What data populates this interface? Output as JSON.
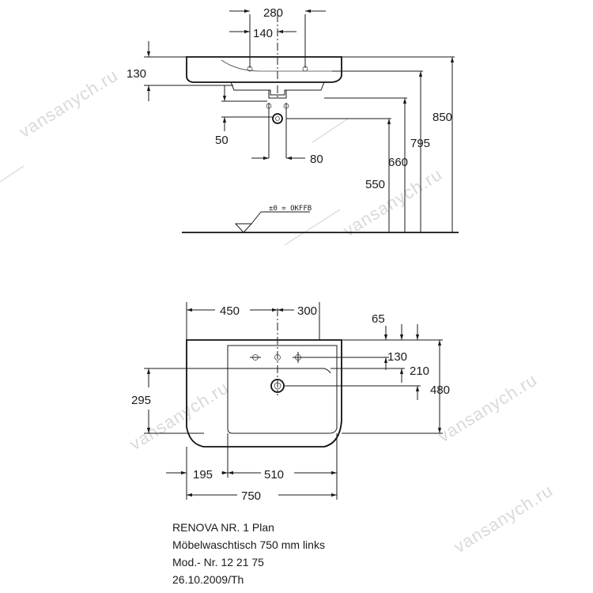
{
  "watermark": "vansanych.ru",
  "side_view": {
    "dims": {
      "top_outer": "280",
      "top_inner": "140",
      "height_130": "130",
      "pipe_50": "50",
      "pipe_80": "80",
      "h550": "550",
      "h660": "660",
      "h795": "795",
      "h850": "850"
    },
    "floor_label": "±0 = OKFFB"
  },
  "top_view": {
    "dims": {
      "left_450": "450",
      "right_300": "300",
      "d65": "65",
      "d130": "130",
      "d210": "210",
      "d480": "480",
      "d295": "295",
      "d195": "195",
      "d510": "510",
      "d750": "750"
    }
  },
  "title_block": {
    "line1": "RENOVA NR. 1 Plan",
    "line2": "Möbelwaschtisch 750 mm links",
    "line3": "Mod.- Nr. 12 21 75",
    "line4": "26.10.2009/Th"
  }
}
